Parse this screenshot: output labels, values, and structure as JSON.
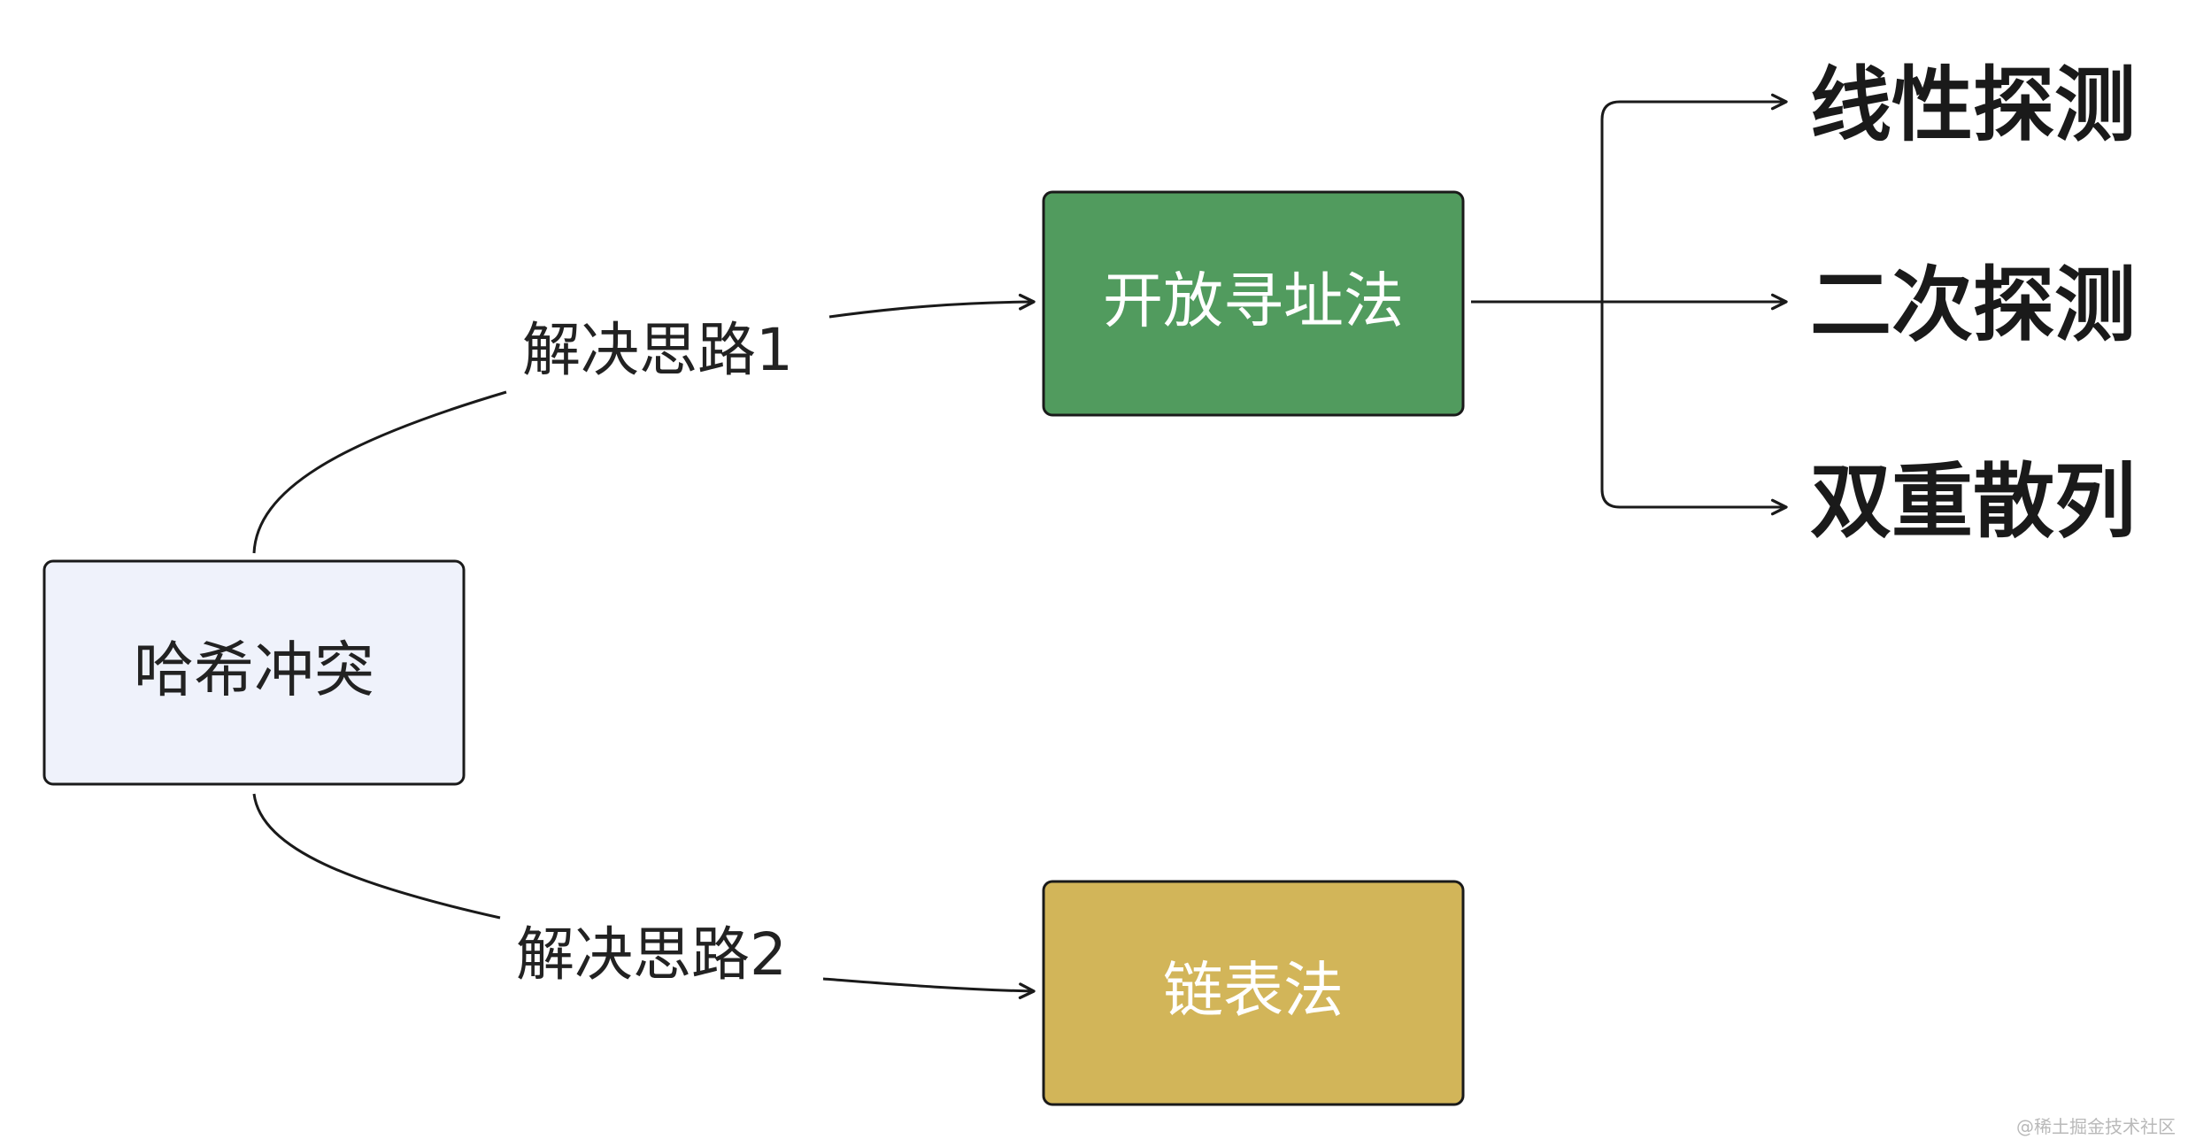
{
  "nodes": {
    "root": {
      "label": "哈希冲突",
      "fill": "#eff2fb"
    },
    "open_addressing": {
      "label": "开放寻址法",
      "fill": "#519b5e"
    },
    "chaining": {
      "label": "链表法",
      "fill": "#d2b559"
    }
  },
  "edges": {
    "to_open": {
      "label": "解决思路1"
    },
    "to_chain": {
      "label": "解决思路2"
    }
  },
  "leaves": [
    "线性探测",
    "二次探测",
    "双重散列"
  ],
  "watermark": "@稀土掘金技术社区"
}
